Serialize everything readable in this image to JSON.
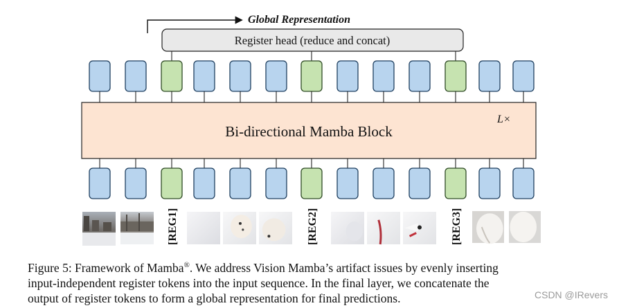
{
  "diagram": {
    "global_label": "Global Representation",
    "register_head_label": "Register head (reduce and concat)",
    "block_label": "Bi-directional Mamba Block",
    "repeat_label": "L×",
    "register_labels": [
      "[REG1]",
      "[REG2]",
      "[REG3]"
    ],
    "token_types": [
      "patch",
      "patch",
      "reg",
      "patch",
      "patch",
      "patch",
      "reg",
      "patch",
      "patch",
      "patch",
      "reg",
      "patch",
      "patch"
    ],
    "colors": {
      "patch_fill": "#b8d4ee",
      "patch_stroke": "#1f3f5f",
      "reg_fill": "#c6e3b0",
      "reg_stroke": "#2e4a25",
      "block_fill": "#fde4d2",
      "head_fill": "#e9e9e9"
    },
    "image_patches": [
      "snow-street",
      "snow-trees",
      "white-fur",
      "white-dog-face",
      "white-dog-face-2",
      "white-fur-2",
      "dog-red-leash",
      "dog-snout",
      "white-dog",
      "white-dog-2"
    ]
  },
  "caption": {
    "line1_prefix": "Figure 5: Framework of Mamba",
    "line1_sup": "®",
    "line1_suffix": ". We address Vision Mamba’s artifact issues by evenly inserting",
    "line2": "input-independent register tokens into the input sequence.  In the final layer, we concatenate the",
    "line3": "output of register tokens to form a global representation for final predictions."
  },
  "watermark": "CSDN @IRevers"
}
